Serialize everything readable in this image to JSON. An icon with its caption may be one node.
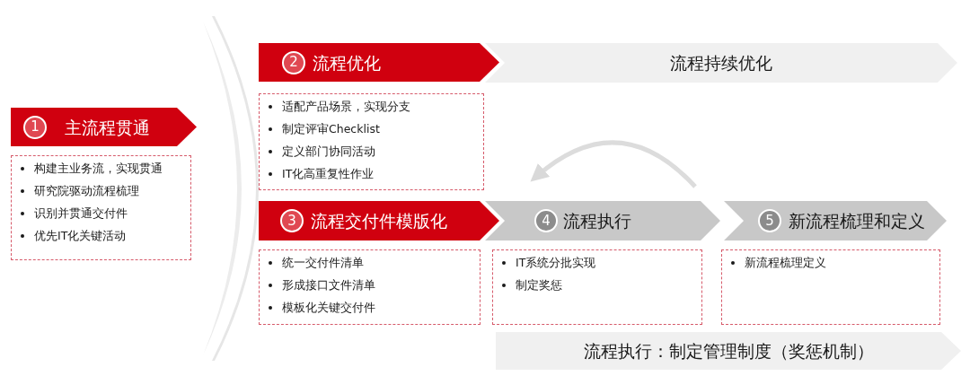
{
  "diagram": {
    "nodes": [
      {
        "text": [
          "1",
          "主流程贯通"
        ]
      },
      {
        "text": [
          "构建主业务流，实现贯通",
          "研究院驱动流程梳理",
          "识别并贯通交付件",
          "优先IT化关键活动"
        ]
      },
      {
        "text": [
          "2",
          "流程优化"
        ]
      },
      {
        "text": [
          "流程持续优化"
        ]
      },
      {
        "text": [
          "适配产品场景，实现分支",
          "制定评审Checklist",
          "定义部门协同活动",
          "IT化高重复性作业"
        ]
      },
      {
        "text": [
          "3",
          "流程交付件模版化"
        ]
      },
      {
        "text": [
          "4",
          "流程执行"
        ]
      },
      {
        "text": [
          "5",
          "新流程梳理和定义"
        ]
      },
      {
        "text": [
          "统一交付件清单",
          "形成接口文件清单",
          "模板化关键交付件"
        ]
      },
      {
        "text": [
          "IT系统分批实现",
          "制定奖惩"
        ]
      },
      {
        "text": [
          "新流程梳理定义"
        ]
      },
      {
        "text": [
          "流程执行：制定管理制度（奖惩机制）"
        ]
      }
    ]
  }
}
